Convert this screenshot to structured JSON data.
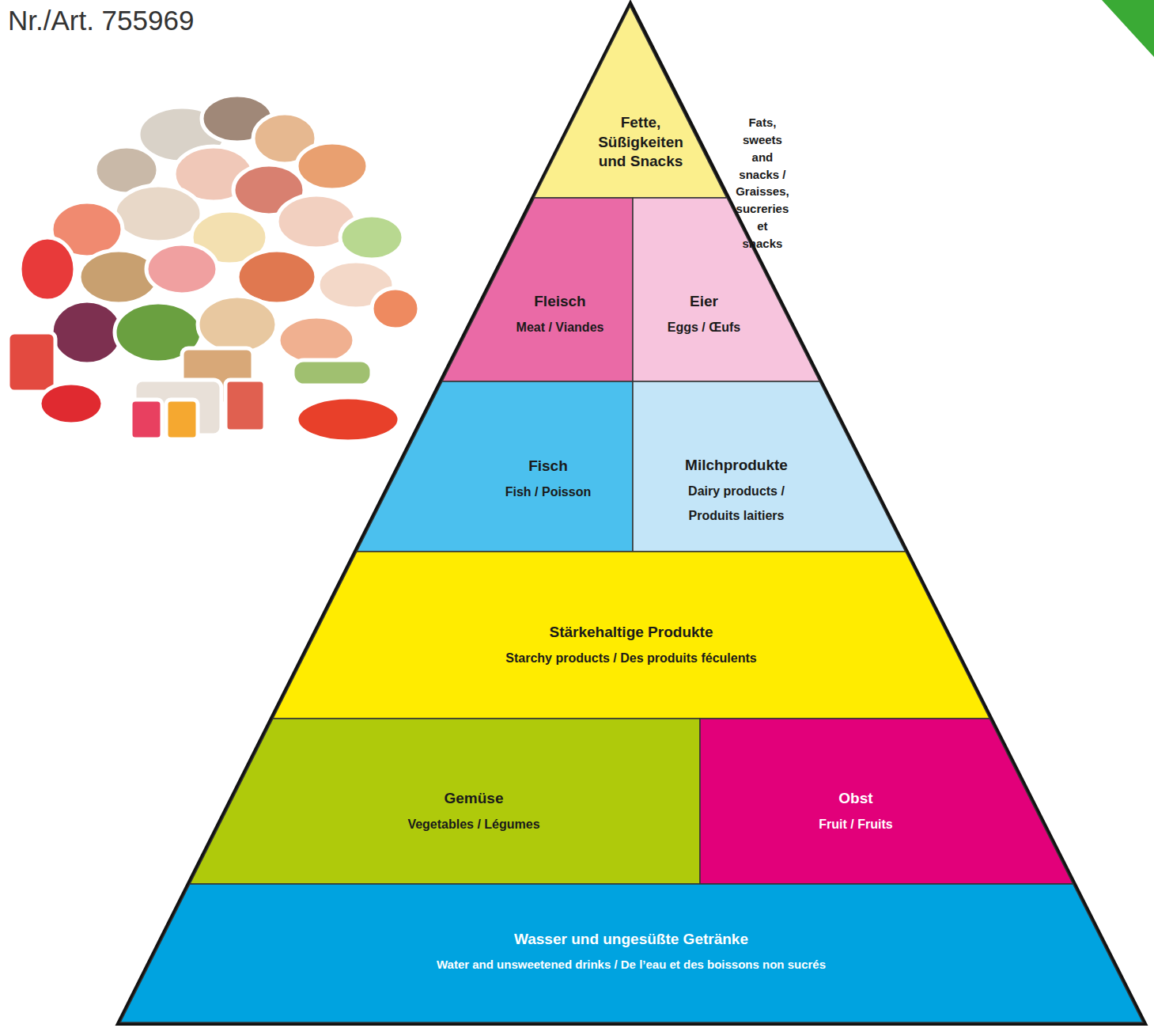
{
  "diagram": {
    "nodes": [
      {
        "text": [
          "Fette, Süßigkeiten und Snacks",
          "Fats, sweets and snacks / Graisses, sucreries et snacks"
        ]
      },
      {
        "text": [
          "Fleisch",
          "Meat / Viandes"
        ]
      },
      {
        "text": [
          "Eier",
          "Eggs / Œufs"
        ]
      },
      {
        "text": [
          "Fisch",
          "Fish / Poisson"
        ]
      },
      {
        "text": [
          "Milchprodukte",
          "Dairy products / Produits laitiers"
        ]
      },
      {
        "text": [
          "Stärkehaltige Produkte",
          "Starchy products / Des produits féculents"
        ]
      },
      {
        "text": [
          "Gemüse",
          "Vegetables / Légumes"
        ]
      },
      {
        "text": [
          "Obst",
          "Fruit / Fruits"
        ]
      },
      {
        "text": [
          "Wasser und ungesüßte Getränke",
          "Water and unsweetened drinks / De l’eau et des boissons non sucrés"
        ]
      }
    ],
    "labels": [
      "Nr./Art. 755969"
    ]
  }
}
